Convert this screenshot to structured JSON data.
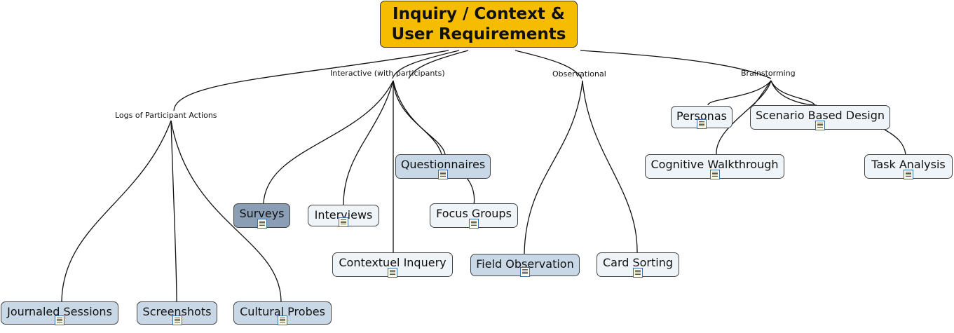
{
  "root": {
    "line1": "Inquiry / Context &",
    "line2": "User Requirements"
  },
  "categories": {
    "logs": "Logs of Participant Actions",
    "interactive": "Interactive (with participants)",
    "observational": "Observational",
    "brainstorming": "Brainstorming"
  },
  "nodes": {
    "journaled_sessions": "Journaled Sessions",
    "screenshots": "Screenshots",
    "cultural_probes": "Cultural Probes",
    "surveys": "Surveys",
    "interviews": "Interviews",
    "questionnaires": "Questionnaires",
    "focus_groups": "Focus Groups",
    "contextuel_inquery": "Contextuel Inquery",
    "field_observation": "Field Observation",
    "card_sorting": "Card Sorting",
    "personas": "Personas",
    "scenario_based_design": "Scenario Based Design",
    "cognitive_walkthrough": "Cognitive Walkthrough",
    "task_analysis": "Task Analysis"
  },
  "colors": {
    "root": "#f6bd00",
    "light_node": "#eef4f7",
    "mid_node": "#c9d8e6",
    "dark_node": "#8a9fb5"
  },
  "icons": {
    "note": "note-icon"
  }
}
